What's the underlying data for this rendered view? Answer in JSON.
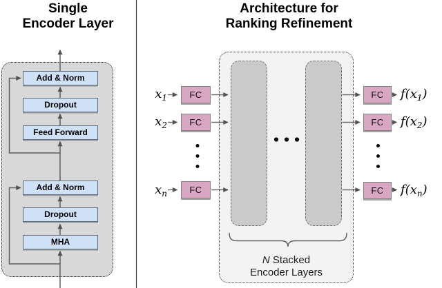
{
  "left_panel": {
    "title_line1": "Single",
    "title_line2": "Encoder Layer",
    "blocks": [
      {
        "id": "add-norm-top",
        "label": "Add & Norm"
      },
      {
        "id": "dropout-top",
        "label": "Dropout"
      },
      {
        "id": "feed-forward",
        "label": "Feed Forward"
      },
      {
        "id": "add-norm-bottom",
        "label": "Add & Norm"
      },
      {
        "id": "dropout-bottom",
        "label": "Dropout"
      },
      {
        "id": "mha",
        "label": "MHA"
      }
    ]
  },
  "right_panel": {
    "title_line1": "Architecture for",
    "title_line2": "Ranking Refinement",
    "fc_label": "FC",
    "rows": [
      {
        "in_base": "x",
        "in_sub": "1",
        "out_f": "f",
        "out_open": "(",
        "out_base": "x",
        "out_sub": "1",
        "out_close": ")"
      },
      {
        "in_base": "x",
        "in_sub": "2",
        "out_f": "f",
        "out_open": "(",
        "out_base": "x",
        "out_sub": "2",
        "out_close": ")"
      },
      {
        "in_base": "x",
        "in_sub": "n",
        "out_f": "f",
        "out_open": "(",
        "out_base": "x",
        "out_sub": "n",
        "out_close": ")"
      }
    ],
    "brace_caption": {
      "n_symbol": "N",
      "line1_rest": " Stacked",
      "line2": "Encoder Layers"
    }
  },
  "colors": {
    "encoder_block_fill": "#cfe1f7",
    "encoder_block_border": "#5c6c80",
    "fc_fill": "#d9a7c4",
    "fc_border": "#828282",
    "left_container_fill": "#d8d8d8",
    "outer_container_fill": "#f3f3f3",
    "stack_fill": "#cacaca",
    "wire": "#5e5e5e",
    "background": "#ffffff"
  }
}
